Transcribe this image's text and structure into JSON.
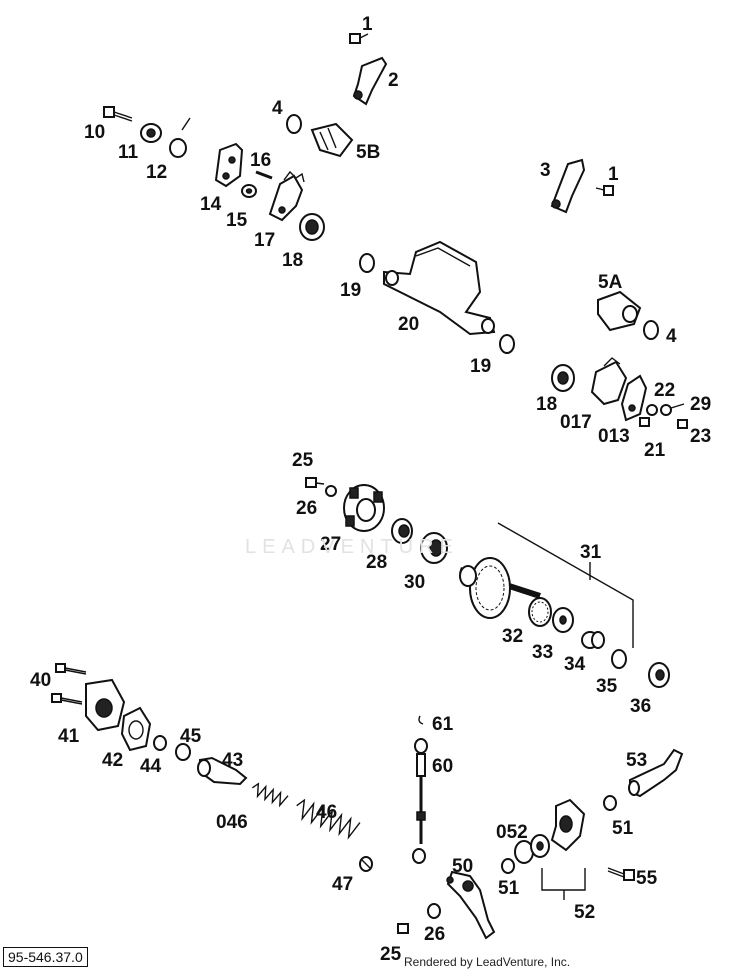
{
  "reference_code": "95-546.37.0",
  "credit": "Rendered by LeadVenture, Inc.",
  "watermark": "LEADVENTURE",
  "labels": {
    "l1a": "1",
    "l2": "2",
    "l4a": "4",
    "l5b": "5B",
    "l10": "10",
    "l11": "11",
    "l12": "12",
    "l14": "14",
    "l15": "15",
    "l16": "16",
    "l17": "17",
    "l18a": "18",
    "l3": "3",
    "l1b": "1",
    "l19a": "19",
    "l20": "20",
    "l19b": "19",
    "l5a": "5A",
    "l4b": "4",
    "l18b": "18",
    "l017": "017",
    "l013": "013",
    "l21": "21",
    "l22": "22",
    "l29": "29",
    "l23": "23",
    "l25a": "25",
    "l26a": "26",
    "l27": "27",
    "l28": "28",
    "l30": "30",
    "l31": "31",
    "l32": "32",
    "l33": "33",
    "l34": "34",
    "l35": "35",
    "l36": "36",
    "l40": "40",
    "l41": "41",
    "l42": "42",
    "l44": "44",
    "l45": "45",
    "l43": "43",
    "l046": "046",
    "l46": "46",
    "l47": "47",
    "l61": "61",
    "l60": "60",
    "l50": "50",
    "l26b": "26",
    "l25b": "25",
    "l052": "052",
    "l51a": "51",
    "l51b": "51",
    "l52": "52",
    "l53": "53",
    "l55": "55"
  }
}
